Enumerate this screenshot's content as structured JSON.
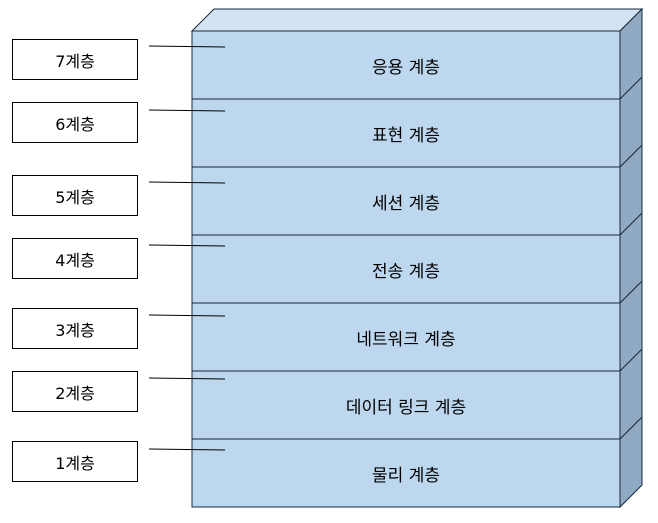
{
  "colors": {
    "front_face": "#bdd7ee",
    "top_face": "#d3e3f3",
    "side_face": "#8faac2",
    "stroke": "#1a2838"
  },
  "layers": [
    {
      "level": "7계층",
      "name": "응용 계층"
    },
    {
      "level": "6계층",
      "name": "표현 계층"
    },
    {
      "level": "5계층",
      "name": "세션 계층"
    },
    {
      "level": "4계층",
      "name": "전송 계층"
    },
    {
      "level": "3계층",
      "name": "네트워크 계층"
    },
    {
      "level": "2계층",
      "name": "데이터 링크 계층"
    },
    {
      "level": "1계층",
      "name": "물리 계층"
    }
  ]
}
